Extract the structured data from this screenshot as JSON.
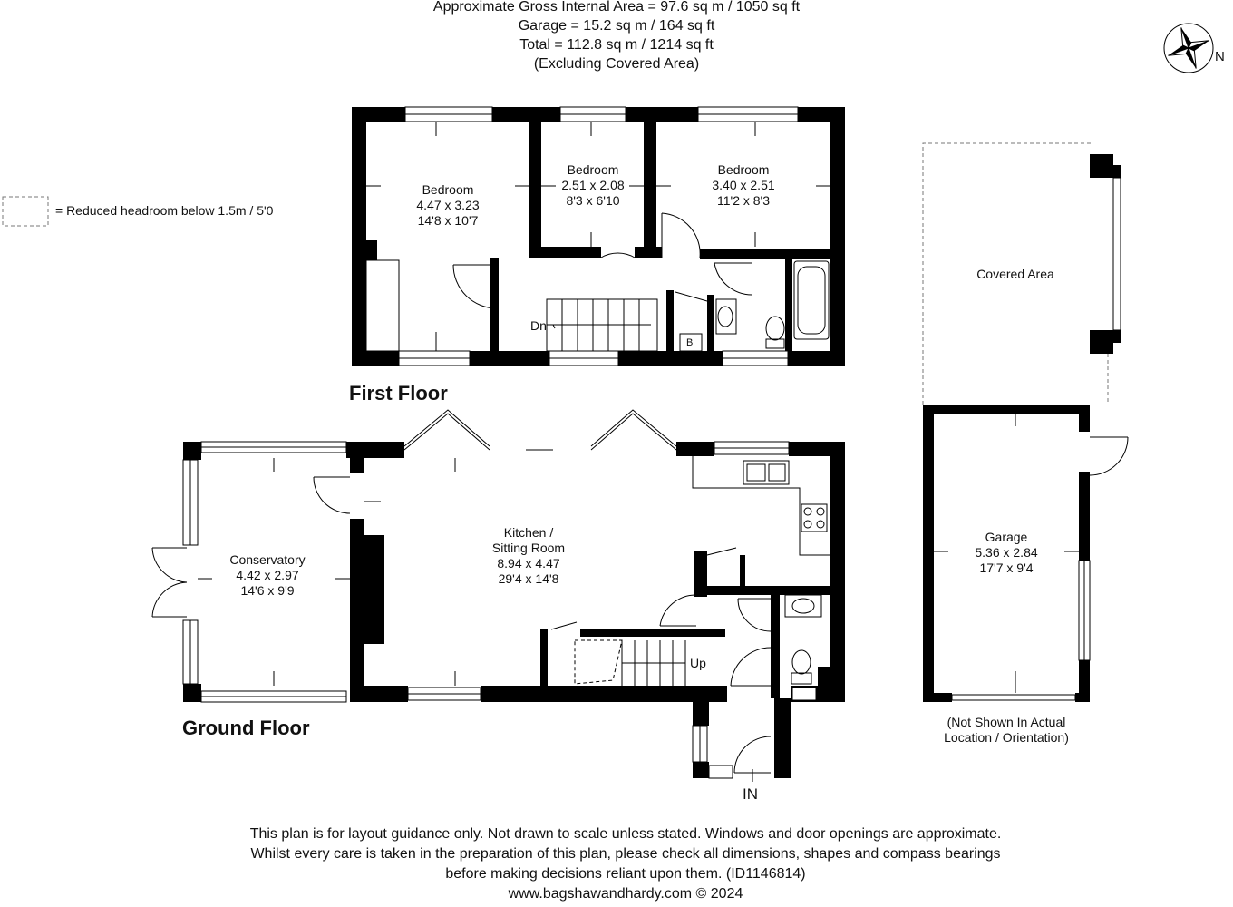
{
  "header": {
    "line1": "Approximate Gross Internal Area = 97.6 sq m / 1050 sq ft",
    "line2": "Garage = 15.2 sq m / 164 sq ft",
    "line3": "Total = 112.8 sq m / 1214 sq ft",
    "line4": "(Excluding Covered Area)"
  },
  "compass": {
    "label": "N"
  },
  "legend": {
    "text": "= Reduced headroom below 1.5m / 5'0"
  },
  "first_floor": {
    "title": "First Floor",
    "rooms": [
      {
        "name": "Bedroom",
        "metric": "4.47 x 3.23",
        "imperial": "14'8 x 10'7"
      },
      {
        "name": "Bedroom",
        "metric": "2.51 x 2.08",
        "imperial": "8'3 x 6'10"
      },
      {
        "name": "Bedroom",
        "metric": "3.40 x 2.51",
        "imperial": "11'2 x 8'3"
      }
    ],
    "stairs_label": "Dn",
    "boiler_label": "B"
  },
  "ground_floor": {
    "title": "Ground Floor",
    "rooms": [
      {
        "name": "Conservatory",
        "metric": "4.42 x 2.97",
        "imperial": "14'6 x 9'9"
      },
      {
        "name": "Kitchen /",
        "name2": "Sitting Room",
        "metric": "8.94 x 4.47",
        "imperial": "29'4 x 14'8"
      }
    ],
    "stairs_label": "Up",
    "entrance_label": "IN"
  },
  "outbuilding": {
    "covered_area": "Covered Area",
    "garage": {
      "name": "Garage",
      "metric": "5.36 x 2.84",
      "imperial": "17'7 x 9'4"
    },
    "note1": "(Not Shown In Actual",
    "note2": "Location / Orientation)"
  },
  "footer": {
    "line1": "This plan is for layout guidance only. Not drawn to scale unless stated. Windows and door openings are approximate.",
    "line2": "Whilst every care is taken in the preparation of this plan, please check all dimensions, shapes and compass bearings",
    "line3": "before making decisions reliant upon them. (ID1146814)",
    "line4": "www.bagshawandhardy.com © 2024"
  }
}
